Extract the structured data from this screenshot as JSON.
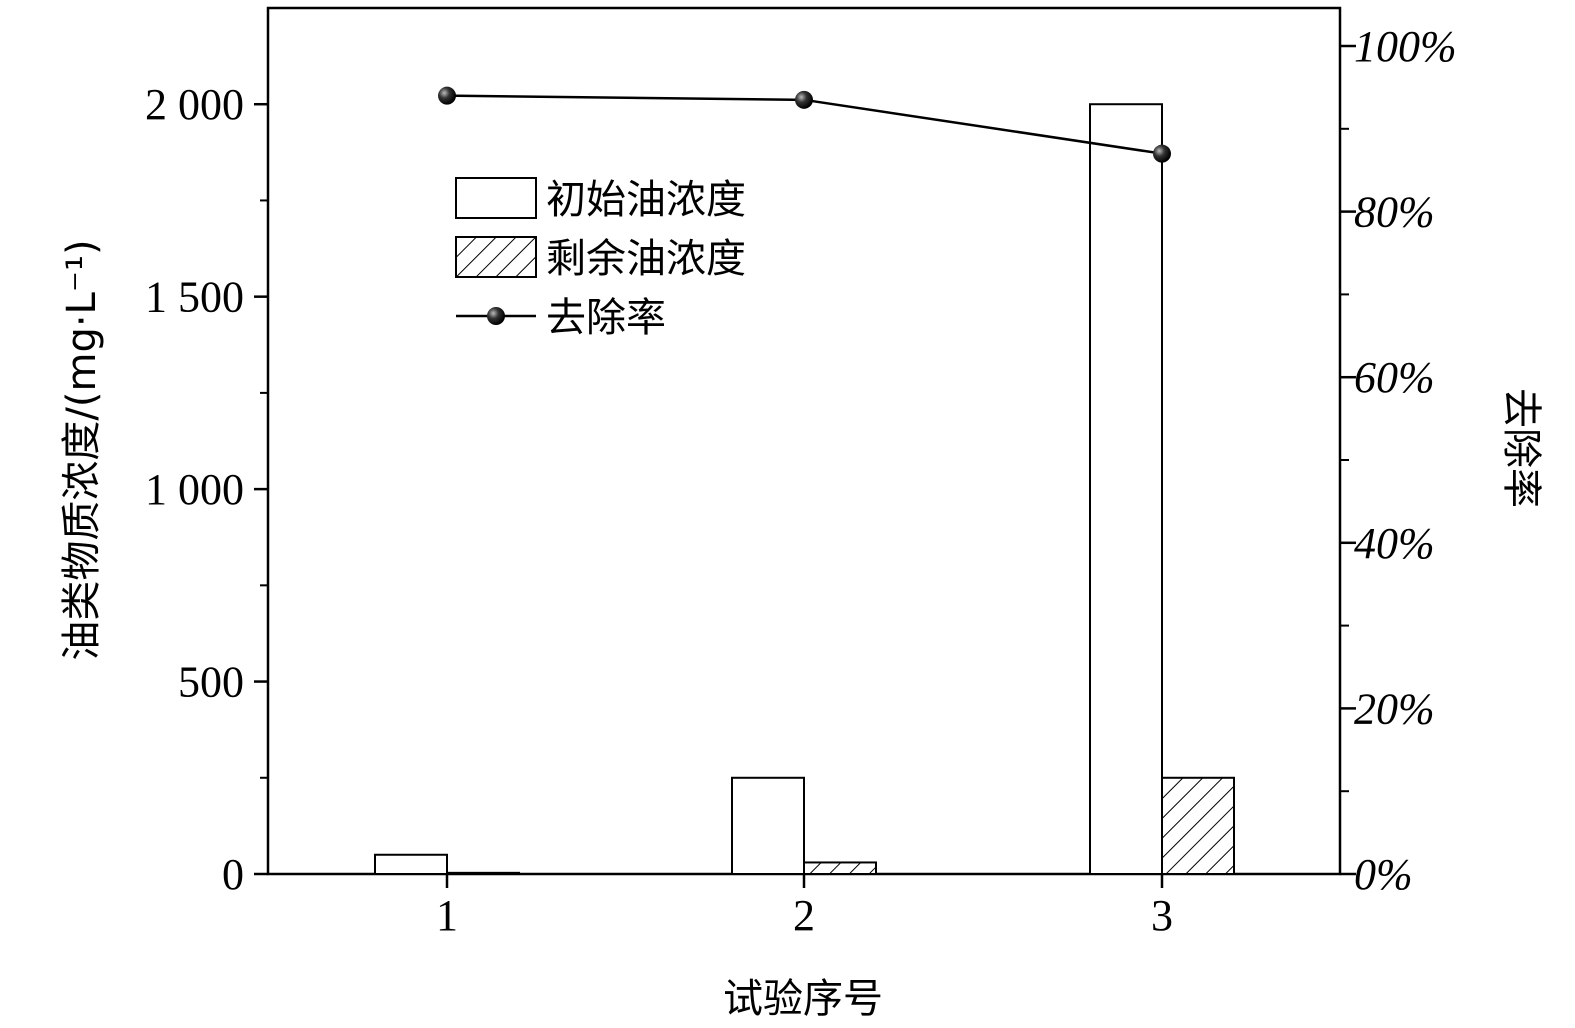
{
  "chart_data": {
    "type": "bar",
    "categories": [
      "1",
      "2",
      "3"
    ],
    "xlabel": "试验序号",
    "ylabel": "油类物质浓度/(mg·L⁻¹)",
    "y2label": "去除率",
    "ylim": [
      0,
      2250
    ],
    "y2lim": [
      0,
      1.0
    ],
    "yticks": [
      {
        "value": 0,
        "label": "0"
      },
      {
        "value": 500,
        "label": "500"
      },
      {
        "value": 1000,
        "label": "1 000"
      },
      {
        "value": 1500,
        "label": "1 500"
      },
      {
        "value": 2000,
        "label": "2 000"
      }
    ],
    "y2ticks": [
      {
        "value": 0,
        "label": "0%"
      },
      {
        "value": 0.2,
        "label": "20%"
      },
      {
        "value": 0.4,
        "label": "40%"
      },
      {
        "value": 0.6,
        "label": "60%"
      },
      {
        "value": 0.8,
        "label": "80%"
      },
      {
        "value": 1.0,
        "label": "100%"
      }
    ],
    "series": [
      {
        "name": "初始油浓度",
        "type": "bar",
        "style": "open",
        "values": [
          50,
          250,
          2000
        ]
      },
      {
        "name": "剩余油浓度",
        "type": "bar",
        "style": "hatched",
        "values": [
          3,
          30,
          250
        ]
      },
      {
        "name": "去除率",
        "type": "line",
        "axis": "right",
        "values": [
          0.94,
          0.935,
          0.87
        ]
      }
    ],
    "legend": "upper-left inside",
    "grid": false
  }
}
